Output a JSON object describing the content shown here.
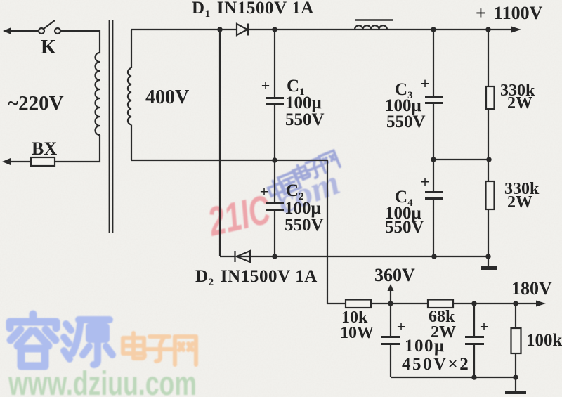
{
  "figure": {
    "type": "scanned circuit schematic",
    "description": "Full-wave voltage-doubler high-voltage power supply (1100V / 360V / 180V outputs)"
  },
  "colors": {
    "background": "#f3f2ee",
    "ink": "#2b2b2b",
    "watermark_pink": "#efa4aa",
    "watermark_blue": "#98a1d5",
    "watermark_blue_light": "#aebdee",
    "watermark_peach": "#f6cfa9",
    "watermark_green": "#bdd8bb"
  },
  "components": {
    "switch": {
      "label": "K"
    },
    "mains": {
      "label": "~220V"
    },
    "fuse": {
      "label": "BX"
    },
    "secondary": {
      "label": "400V"
    },
    "diode1": {
      "prefix": "D",
      "sub": "1",
      "part": "IN1500V 1A"
    },
    "diode2": {
      "prefix": "D",
      "sub": "2",
      "part": "IN1500V 1A"
    },
    "cap1": {
      "prefix": "C",
      "sub": "1",
      "value": "100μ",
      "voltage": "550V",
      "polarity": "+"
    },
    "cap2": {
      "prefix": "C",
      "sub": "2",
      "value": "100μ",
      "voltage": "550V",
      "polarity": "+"
    },
    "cap3": {
      "prefix": "C",
      "sub": "3",
      "value": "100μ",
      "voltage": "550V",
      "polarity": "+"
    },
    "cap4": {
      "prefix": "C",
      "sub": "4",
      "value": "100μ",
      "voltage": "550V",
      "polarity": "+"
    },
    "res_330k_upper": {
      "value": "330k",
      "power": "2W"
    },
    "res_330k_lower": {
      "value": "330k",
      "power": "2W"
    },
    "res_10k": {
      "value": "10k",
      "power": "10W"
    },
    "res_68k": {
      "value": "68k",
      "power": "2W"
    },
    "res_100k": {
      "value": "100k"
    },
    "filter_caps": {
      "value": "100μ",
      "voltage": "450V×2",
      "polarity1": "+",
      "polarity2": "+"
    },
    "output_hv": {
      "plus": "+",
      "value": "1100V"
    },
    "tap_360": {
      "label": "360V"
    },
    "output_180": {
      "label": "180V"
    }
  },
  "watermarks": {
    "ic21": "21IC",
    "ic21_cn": "中国电子网",
    "ic21_com": "com",
    "rongyuan": "容源",
    "dzw": "电子网",
    "url": "www.dziuu.com"
  }
}
